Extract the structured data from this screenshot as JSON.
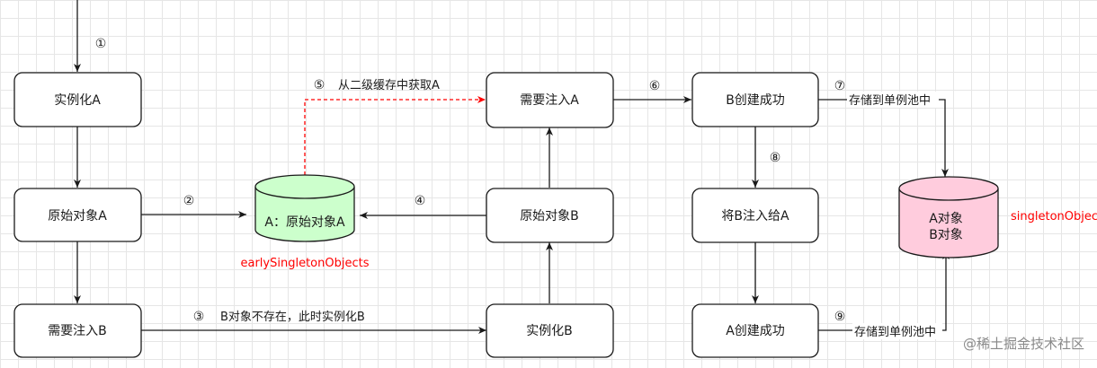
{
  "nodes": {
    "instantiate_a": "实例化A",
    "raw_a": "原始对象A",
    "need_inject_b": "需要注入B",
    "need_inject_a": "需要注入A",
    "raw_b": "原始对象B",
    "instantiate_b": "实例化B",
    "b_created": "B创建成功",
    "inject_b_to_a": "将B注入给A",
    "a_created": "A创建成功"
  },
  "caches": {
    "early": {
      "content": "A：原始对象A",
      "label": "earlySingletonObjects",
      "label_color": "#ff0000",
      "fill": "#ccffcc"
    },
    "singleton": {
      "line1": "A对象",
      "line2": "B对象",
      "label": "singletonObjects",
      "label_color": "#ff0000",
      "fill": "#ffccdd"
    }
  },
  "steps": {
    "s1": "①",
    "s2": "②",
    "s3": "③",
    "s3_text": "B对象不存在，此时实例化B",
    "s4": "④",
    "s5": "⑤",
    "s5_text": "从二级缓存中获取A",
    "s6": "⑥",
    "s7": "⑦",
    "s7_text": "存储到单例池中",
    "s8": "⑧",
    "s9": "⑨",
    "s9_text": "存储到单例池中"
  },
  "watermark": "@稀土掘金技术社区"
}
